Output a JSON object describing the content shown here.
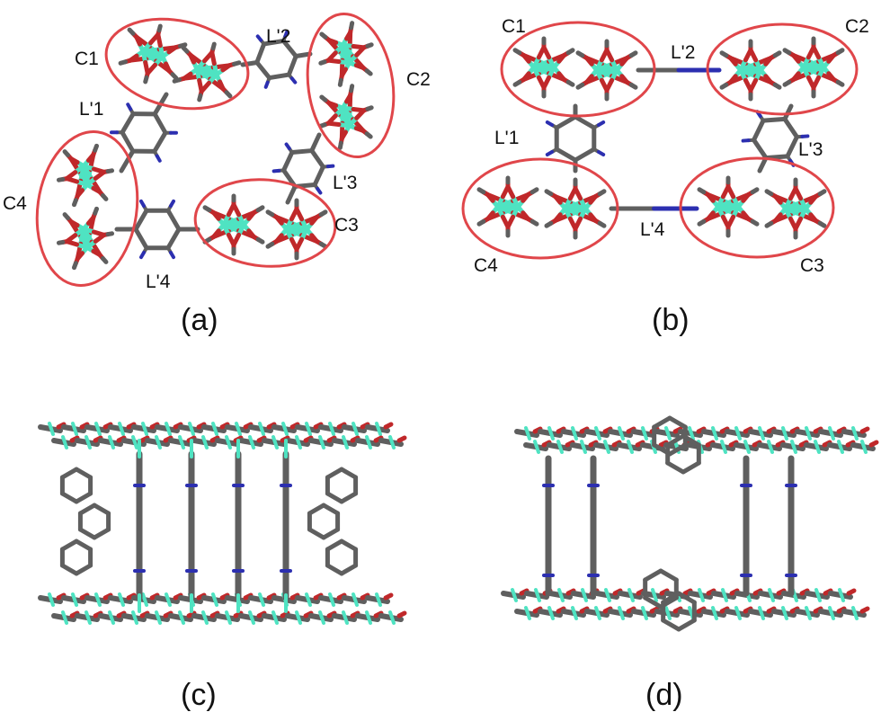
{
  "colors": {
    "carbon": "#5f5f5f",
    "oxygen": "#c0282a",
    "nitrogen": "#2c2fb0",
    "metal": "#4fe3c2",
    "cluster_ring": "#e0464a",
    "text": "#111111"
  },
  "panel_a": {
    "caption": "(a)",
    "clusters": [
      "C1",
      "C2",
      "C3",
      "C4"
    ],
    "linkers": [
      "L'1",
      "L'2",
      "L'3",
      "L'4"
    ]
  },
  "panel_b": {
    "caption": "(b)",
    "clusters": [
      "C1",
      "C2",
      "C3",
      "C4"
    ],
    "linkers": [
      "L'1",
      "L'2",
      "L'3",
      "L'4"
    ]
  },
  "panel_c": {
    "caption": "(c)"
  },
  "panel_d": {
    "caption": "(d)"
  }
}
